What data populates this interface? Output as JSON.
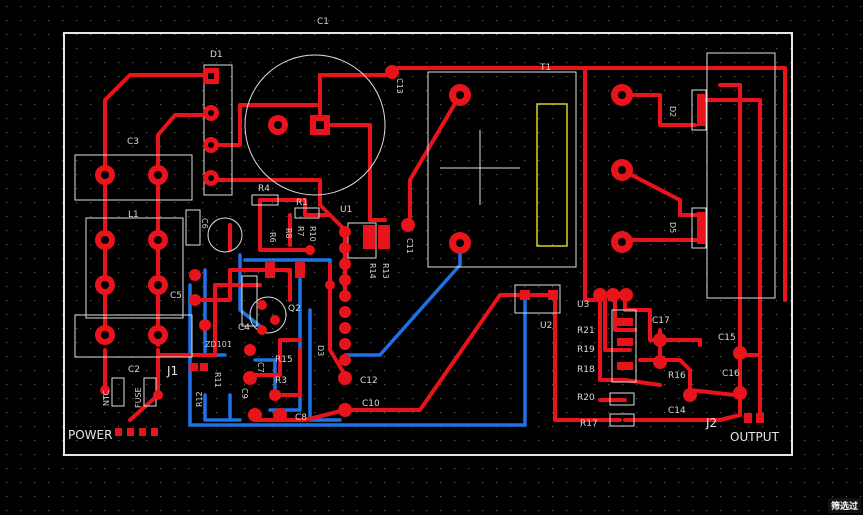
{
  "board": {
    "outline_label": "C1",
    "components": {
      "D1": "D1",
      "C3": "C3",
      "L1": "L1",
      "C2": "C2",
      "T1": "T1",
      "R4": "R4",
      "R1": "R1",
      "R8": "R8",
      "R10": "R10",
      "R7": "R7",
      "U1": "U1",
      "C11": "C11",
      "C13": "C13",
      "R6": "R6",
      "C5": "C5",
      "C4": "C4",
      "Q2": "Q2",
      "ZD101": "ZD101",
      "C7": "C7",
      "R15": "R15",
      "R14": "R14",
      "R13": "R13",
      "D3": "D3",
      "C12": "C12",
      "C10": "C10",
      "R3": "R3",
      "C8": "C8",
      "R11": "R11",
      "C9": "C9",
      "R12": "R12",
      "U2": "U2",
      "U3": "U3",
      "R21": "R21",
      "R19": "R19",
      "R18": "R18",
      "R20": "R20",
      "R17": "R17",
      "C17": "C17",
      "R16": "R16",
      "C14": "C14",
      "C15": "C15",
      "C16": "C16",
      "D2": "D2",
      "D5": "D5",
      "C6": "C6"
    },
    "connectors": {
      "J1": "J1",
      "J2": "J2",
      "NTC": "NTC",
      "FUSE": "FUSE",
      "power": "POWER",
      "output": "OUTPUT"
    }
  },
  "ui": {
    "filter_badge": "筛选过"
  },
  "colors": {
    "top_copper": "#e8131b",
    "bottom_copper": "#1d72e8",
    "silkscreen": "#e0e0e0",
    "background": "#000000"
  }
}
